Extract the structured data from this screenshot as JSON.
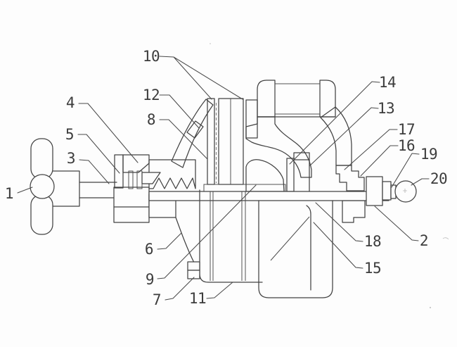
{
  "colors": {
    "background": "#fdfdfd",
    "line": "#424242",
    "label_text": "#3c3c3c"
  },
  "labels": [
    {
      "text": "1"
    },
    {
      "text": "2"
    },
    {
      "text": "3"
    },
    {
      "text": "4"
    },
    {
      "text": "5"
    },
    {
      "text": "6"
    },
    {
      "text": "7"
    },
    {
      "text": "8"
    },
    {
      "text": "9"
    },
    {
      "text": "10"
    },
    {
      "text": "11"
    },
    {
      "text": "12"
    },
    {
      "text": "13"
    },
    {
      "text": "14"
    },
    {
      "text": "15"
    },
    {
      "text": "16"
    },
    {
      "text": "17"
    },
    {
      "text": "18"
    },
    {
      "text": "19"
    },
    {
      "text": "20"
    }
  ]
}
